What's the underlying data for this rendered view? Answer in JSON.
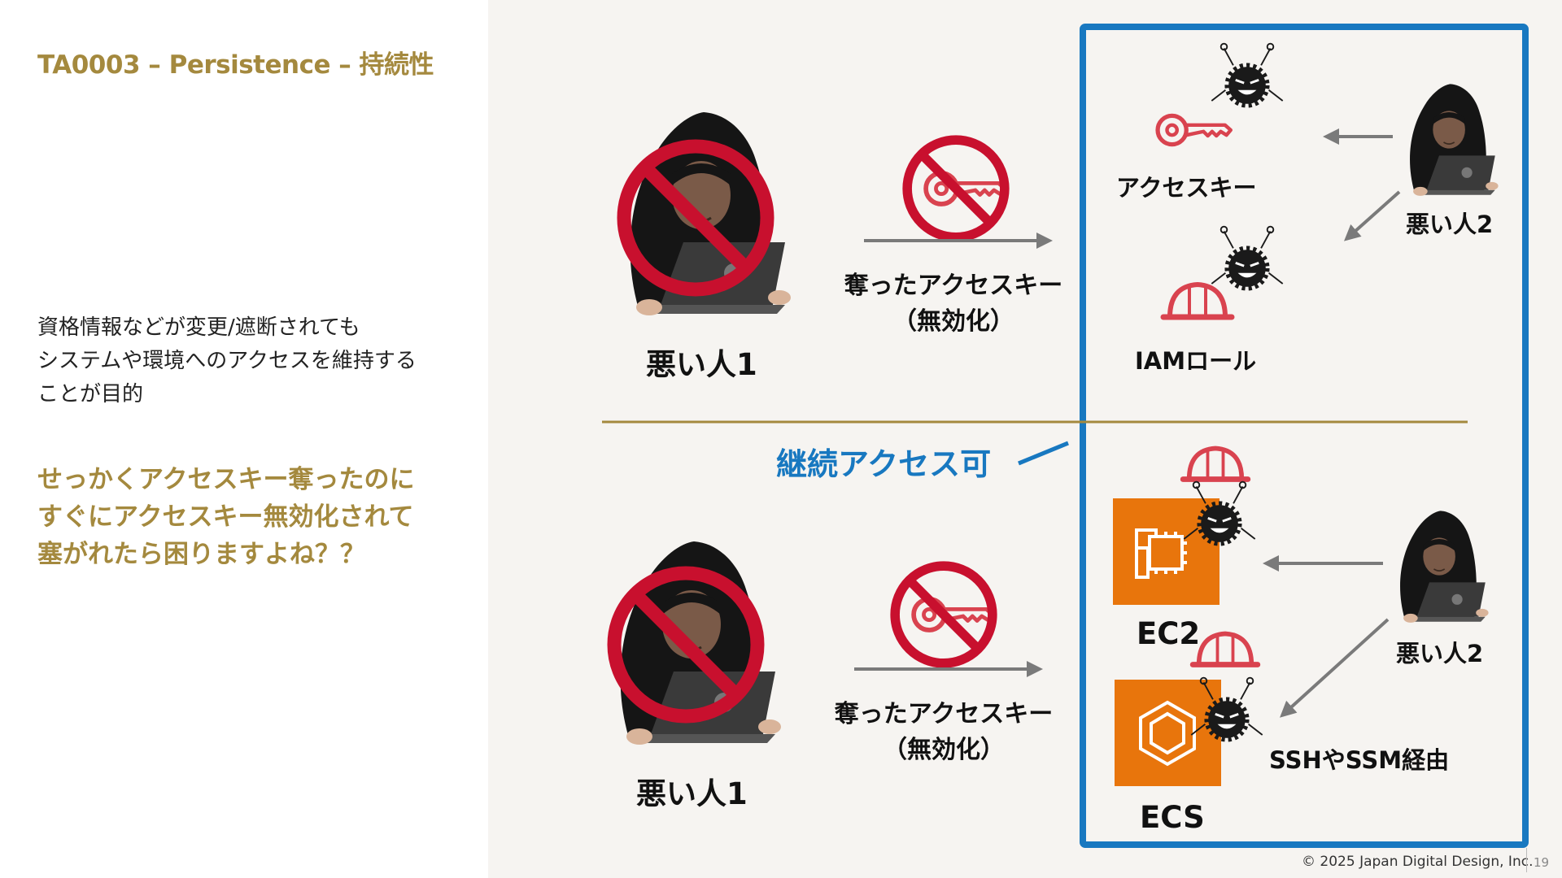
{
  "slide": {
    "title": "TA0003 – Persistence – 持続性",
    "description": [
      "資格情報などが変更/遮断されても",
      "システムや環境へのアクセスを維持する",
      "ことが目的"
    ],
    "emphasis": [
      "せっかくアクセスキー奪ったのに",
      "すぐにアクセスキー無効化されて",
      "塞がれたら困りますよね？？"
    ]
  },
  "diagram": {
    "top": {
      "attacker1": "悪い人1",
      "stolen_key": [
        "奪ったアクセスキー",
        "（無効化）"
      ],
      "access_key": "アクセスキー",
      "iam_role": "IAMロール",
      "attacker2": "悪い人2"
    },
    "bottom": {
      "attacker1": "悪い人1",
      "stolen_key": [
        "奪ったアクセスキー",
        "（無効化）"
      ],
      "ec2": "EC2",
      "ecs": "ECS",
      "attacker2": "悪い人2",
      "route": "SSHやSSM経由"
    },
    "continued_access": "継続アクセス可"
  },
  "footer": {
    "copyright": "© 2025 Japan Digital Design, Inc.",
    "page": "19"
  },
  "colors": {
    "gold": "#a4893e",
    "blue": "#1878c0",
    "prohibit_red": "#c8102e",
    "aws_orange": "#e8750c",
    "key_pink": "#d9434f"
  },
  "icons": [
    "hacker-icon",
    "prohibited-icon",
    "key-icon",
    "virus-icon",
    "helmet-icon",
    "ec2-icon",
    "ecs-icon",
    "arrow-icon"
  ]
}
